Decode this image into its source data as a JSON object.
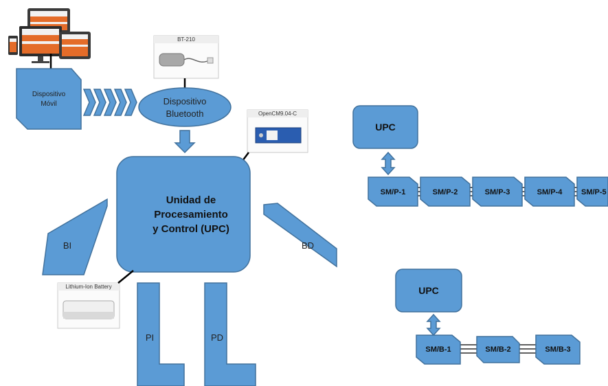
{
  "mobile": {
    "line1": "Dispositivo",
    "line2": "Móvil"
  },
  "bluetooth": {
    "line1": "Dispositivo",
    "line2": "Bluetooth"
  },
  "bt_card": {
    "label": "BT-210"
  },
  "opencm_card": {
    "label": "OpenCM9.04-C"
  },
  "battery_card": {
    "label": "Lithium-Ion Battery"
  },
  "upc": {
    "line1": "Unidad de",
    "line2": "Procesamiento",
    "line3": "y Control (UPC)"
  },
  "limbs": {
    "bi": "BI",
    "bd": "BD",
    "pi": "PI",
    "pd": "PD"
  },
  "arm_chain": {
    "upc": "UPC",
    "modules": [
      "SM/P-1",
      "SM/P-2",
      "SM/P-3",
      "SM/P-4",
      "SM/P-5"
    ]
  },
  "leg_chain": {
    "upc": "UPC",
    "modules": [
      "SM/B-1",
      "SM/B-2",
      "SM/B-3"
    ]
  },
  "colors": {
    "shape_fill": "#5b9bd5",
    "shape_stroke": "#41719c",
    "device_orange": "#e46c29"
  }
}
